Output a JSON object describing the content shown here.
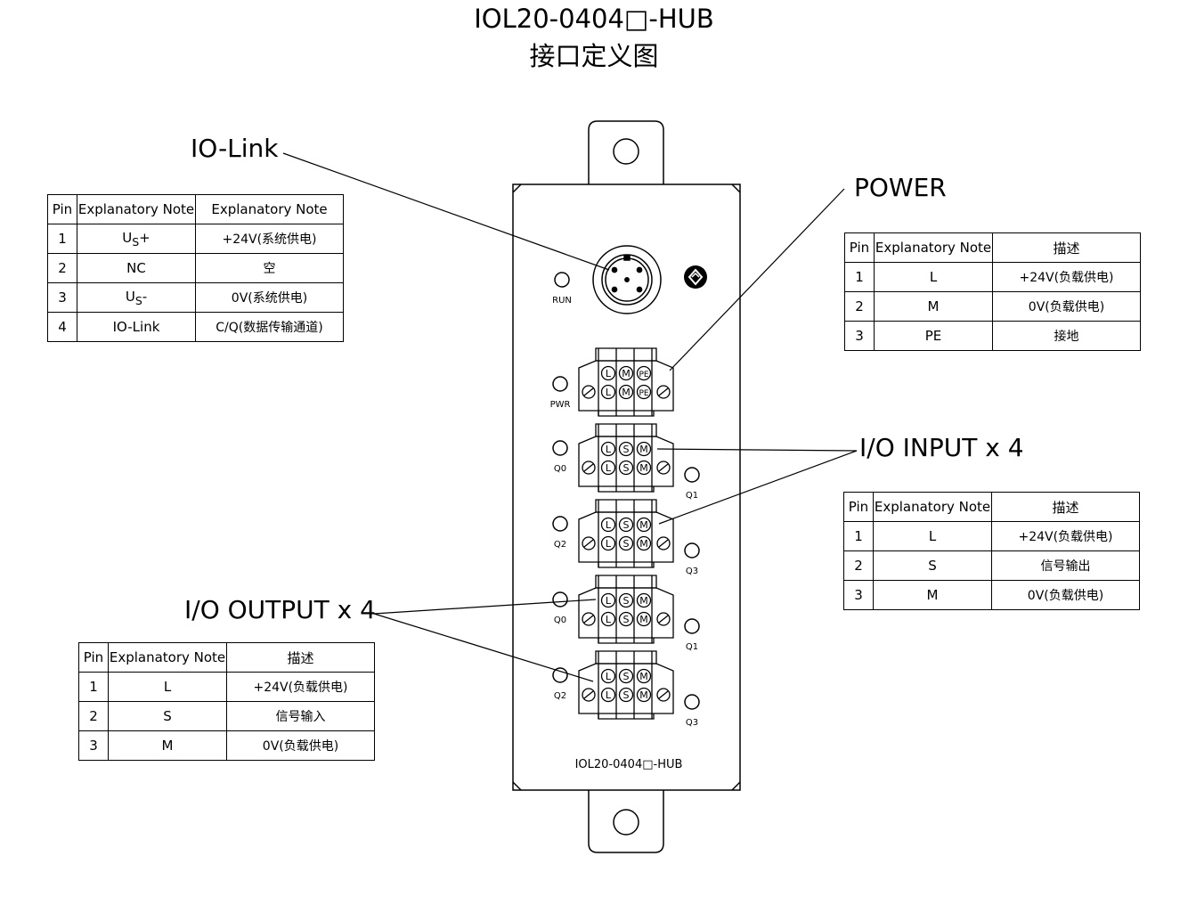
{
  "title": {
    "line1": "IOL20-0404□-HUB",
    "line2": "接口定义图"
  },
  "labels": {
    "iolink": "IO-Link",
    "power": "POWER",
    "input": "I/O INPUT x 4",
    "output": "I/O OUTPUT x 4"
  },
  "device": {
    "model": "IOL20-0404□-HUB",
    "leds": {
      "run": "RUN",
      "pwr": "PWR",
      "q0": "Q0",
      "q1": "Q1",
      "q2": "Q2",
      "q3": "Q3"
    },
    "terminal_power": [
      "L",
      "M",
      "PE"
    ],
    "terminal_io": [
      "L",
      "S",
      "M"
    ]
  },
  "tables": {
    "iolink": {
      "headers": [
        "Pin",
        "Explanatory Note",
        "Explanatory Note"
      ],
      "rows": [
        {
          "pin": "1",
          "note": "U",
          "note_sub": "S",
          "note_suffix": "+",
          "desc": "+24V(系统供电)"
        },
        {
          "pin": "2",
          "note": "NC",
          "desc": "空"
        },
        {
          "pin": "3",
          "note": "U",
          "note_sub": "S",
          "note_suffix": "-",
          "desc": "0V(系统供电)"
        },
        {
          "pin": "4",
          "note": "IO-Link",
          "desc": "C/Q(数据传输通道)"
        }
      ]
    },
    "power": {
      "headers": [
        "Pin",
        "Explanatory Note",
        "描述"
      ],
      "rows": [
        {
          "pin": "1",
          "note": "L",
          "desc": "+24V(负载供电)"
        },
        {
          "pin": "2",
          "note": "M",
          "desc": "0V(负载供电)"
        },
        {
          "pin": "3",
          "note": "PE",
          "desc": "接地"
        }
      ]
    },
    "input": {
      "headers": [
        "Pin",
        "Explanatory Note",
        "描述"
      ],
      "rows": [
        {
          "pin": "1",
          "note": "L",
          "desc": "+24V(负载供电)"
        },
        {
          "pin": "2",
          "note": "S",
          "desc": "信号输出"
        },
        {
          "pin": "3",
          "note": "M",
          "desc": "0V(负载供电)"
        }
      ]
    },
    "output": {
      "headers": [
        "Pin",
        "Explanatory Note",
        "描述"
      ],
      "rows": [
        {
          "pin": "1",
          "note": "L",
          "desc": "+24V(负载供电)"
        },
        {
          "pin": "2",
          "note": "S",
          "desc": "信号输入"
        },
        {
          "pin": "3",
          "note": "M",
          "desc": "0V(负载供电)"
        }
      ]
    }
  }
}
